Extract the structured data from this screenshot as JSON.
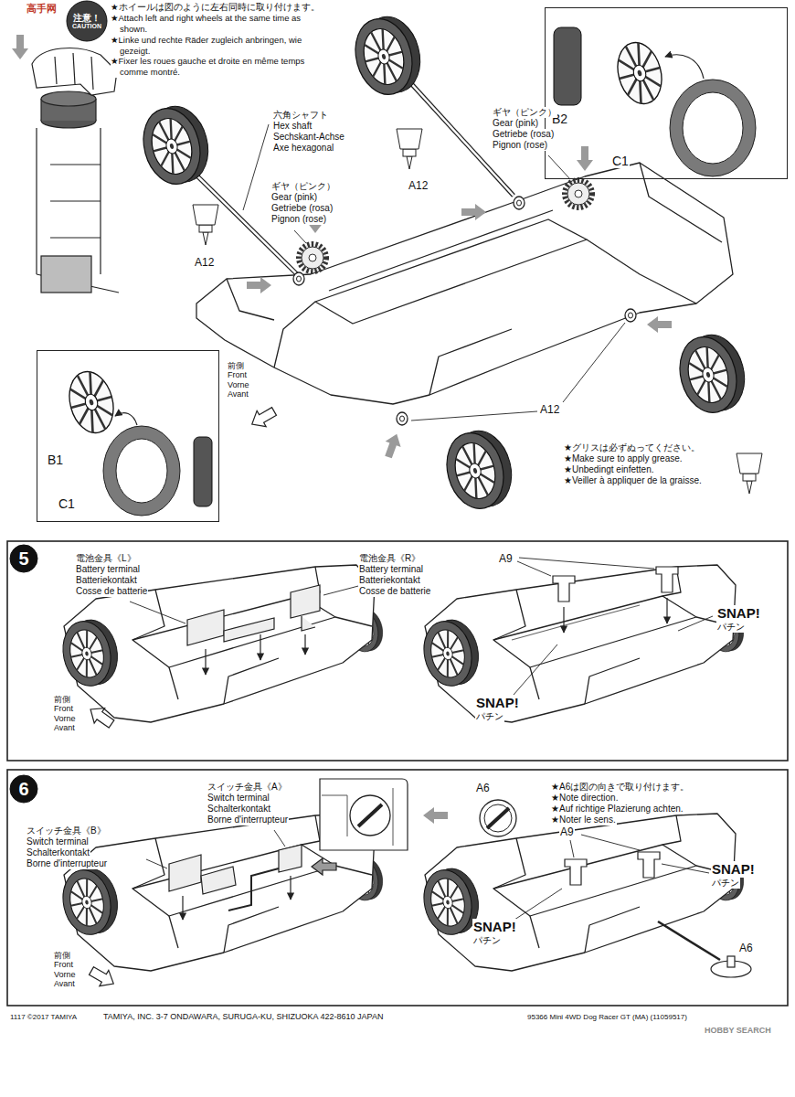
{
  "diagram": {
    "nodes": [
      {
        "text": [
          "注意！",
          "CAUTION"
        ]
      },
      {
        "text": [
          "B2",
          "C1"
        ]
      },
      {
        "text": [
          "B1",
          "C1"
        ]
      },
      {
        "text": [
          "5"
        ]
      },
      {
        "text": [
          "6"
        ]
      }
    ],
    "labels": [
      "高手网",
      "★ホイールは図のように左右同時に取り付けます。",
      "★Attach left and right wheels at the same time as shown.",
      "★Linke und rechte Räder zugleich anbringen, wie gezeigt.",
      "★Fixer les roues gauche et droite en même temps comme montré.",
      "六角シャフト",
      "Hex shaft",
      "Sechskant-Achse",
      "Axe hexagonal",
      "ギヤ（ピンク）",
      "Gear (pink)",
      "Getriebe (rosa)",
      "Pignon (rose)",
      "ギヤ（ピンク）",
      "Gear (pink)",
      "Getriebe (rosa)",
      "Pignon (rose)",
      "A12",
      "A12",
      "A12",
      "前側",
      "Front",
      "Vorne",
      "Avant",
      "★グリスは必ずぬってください。",
      "★Make sure to apply grease.",
      "★Unbedingt einfetten.",
      "★Veiller à appliquer de la graisse.",
      "電池金具《L》",
      "Battery terminal",
      "Batteriekontakt",
      "Cosse de batterie",
      "電池金具《R》",
      "Battery terminal",
      "Batteriekontakt",
      "Cosse de batterie",
      "前側",
      "Front",
      "Vorne",
      "Avant",
      "A9",
      "SNAP!",
      "パチン",
      "SNAP!",
      "パチン",
      "スイッチ金具《A》",
      "Switch terminal",
      "Schalterkontakt",
      "Borne d'interrupteur",
      "スイッチ金具《B》",
      "Switch terminal",
      "Schalterkontakt",
      "Borne d'interrupteur",
      "前側",
      "Front",
      "Vorne",
      "Avant",
      "A6",
      "★A6は図の向きで取り付けます。",
      "★Note direction.",
      "★Auf richtige Plazierung achten.",
      "★Noter le sens.",
      "A9",
      "SNAP!",
      "パチン",
      "SNAP!",
      "パチン",
      "A6",
      "1117 ©2017 TAMIYA",
      "TAMIYA, INC. 3-7 ONDAWARA, SURUGA-KU, SHIZUOKA 422-8610 JAPAN",
      "95366 Mini 4WD Dog Racer GT (MA) (11059517)",
      "HOBBY SEARCH"
    ]
  }
}
